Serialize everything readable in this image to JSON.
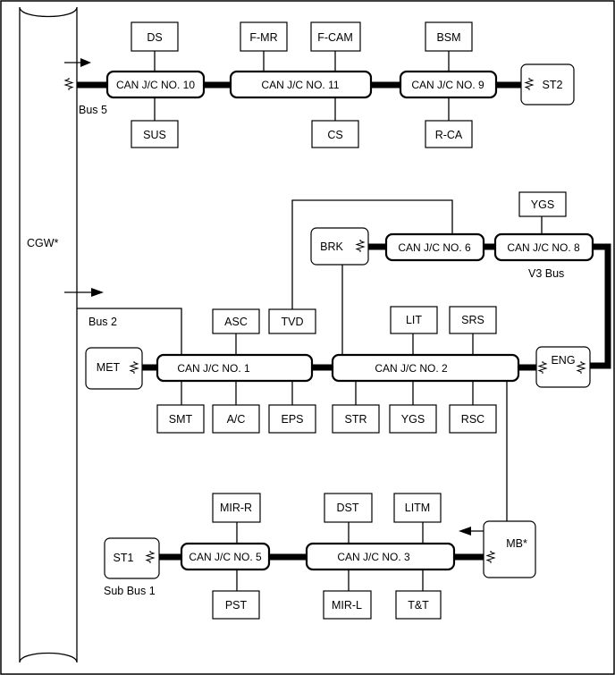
{
  "gateway": {
    "label": "CGW*"
  },
  "bus_labels": {
    "bus5": "Bus 5",
    "bus2": "Bus 2",
    "v3": "V3 Bus",
    "sub1": "Sub Bus 1"
  },
  "junctions": {
    "jc10": "CAN J/C NO. 10",
    "jc11": "CAN J/C NO. 11",
    "jc9": "CAN J/C NO. 9",
    "jc6": "CAN J/C NO. 6",
    "jc8": "CAN J/C NO. 8",
    "jc1": "CAN J/C NO. 1",
    "jc2": "CAN J/C NO. 2",
    "jc5": "CAN J/C NO. 5",
    "jc3": "CAN J/C NO. 3"
  },
  "ecus": {
    "ds": "DS",
    "fmr": "F-MR",
    "fcam": "F-CAM",
    "bsm": "BSM",
    "sus": "SUS",
    "cs": "CS",
    "rca": "R-CA",
    "st2": "ST2",
    "ygs_top": "YGS",
    "brk": "BRK",
    "asc": "ASC",
    "tvd": "TVD",
    "lit": "LIT",
    "srs": "SRS",
    "met": "MET",
    "eng": "ENG",
    "smt": "SMT",
    "ac": "A/C",
    "eps": "EPS",
    "str": "STR",
    "ygs": "YGS",
    "rsc": "RSC",
    "mirr": "MIR-R",
    "dst": "DST",
    "litm": "LITM",
    "st1": "ST1",
    "mb": "MB*",
    "pst": "PST",
    "mirl": "MIR-L",
    "tt": "T&T"
  }
}
